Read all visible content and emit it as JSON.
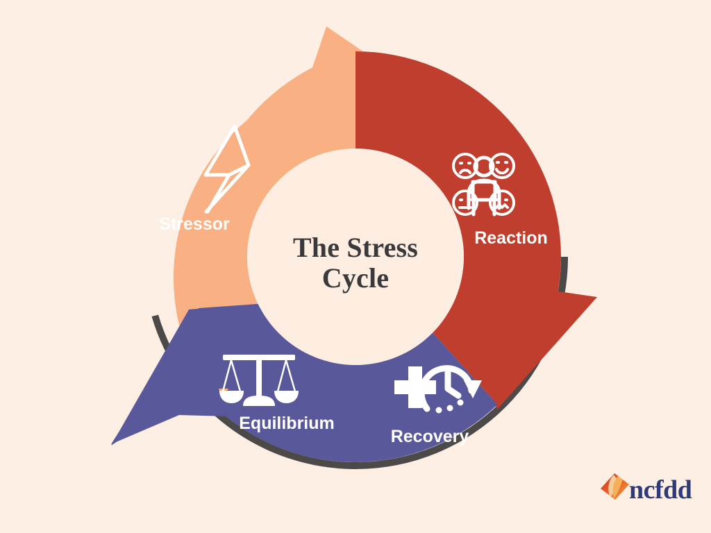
{
  "graphic": {
    "kind": "cycle-diagram",
    "title": "The Stress Cycle",
    "title_line1": "The Stress",
    "title_line2": "Cycle",
    "background_color": "#fdefe3",
    "center_fill": "#fdeee1",
    "shadow_color": "#3c3c3c"
  },
  "segments": [
    {
      "id": "stressor",
      "label": "Stressor",
      "color": "#f9b183",
      "icon": "lightning-bolt-icon",
      "order": 1
    },
    {
      "id": "reaction",
      "label": "Reaction",
      "color": "#c03e2e",
      "icon": "emotions-person-icon",
      "order": 2
    },
    {
      "id": "recovery",
      "label": "Recovery",
      "color": "#58589a",
      "icon": "medical-clock-icon",
      "order": 3
    },
    {
      "id": "equilibrium",
      "label": "Equilibrium",
      "color": "#58589a",
      "icon": "balance-scales-icon",
      "order": 4
    }
  ],
  "logo": {
    "name": "ncfdd",
    "text": "ncfdd",
    "text_color": "#2f3b78",
    "mark_colors": [
      "#e8602c",
      "#f08a3c",
      "#c4342a",
      "#f7c07a"
    ]
  }
}
